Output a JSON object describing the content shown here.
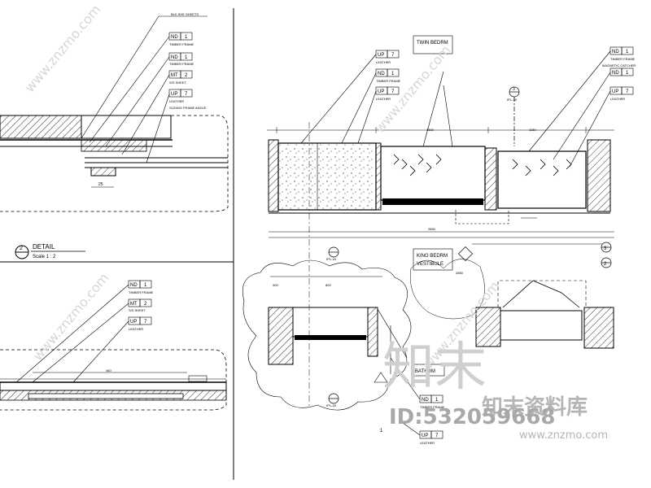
{
  "tags": {
    "top_left": [
      {
        "note": "BLK SHE SHEETS",
        "code": "",
        "num": ""
      },
      {
        "code": "ND",
        "num": "1",
        "note": "TIMBER FRAME"
      },
      {
        "code": "ND",
        "num": "1",
        "note": "TIMBER FRAME"
      },
      {
        "code": "MT",
        "num": "2",
        "note": "S/S SHEET"
      },
      {
        "code": "UP",
        "num": "7",
        "note": "LEATHER"
      }
    ],
    "top_left_extra": "SLIDING FRAME ANGLE",
    "top_middle": [
      {
        "code": "UP",
        "num": "7",
        "note": "LEATHER"
      },
      {
        "code": "ND",
        "num": "1",
        "note": "TIMBER FRAME"
      },
      {
        "code": "UP",
        "num": "7",
        "note": "LEATHER"
      }
    ],
    "top_right": [
      {
        "code": "ND",
        "num": "1",
        "note": "TIMBER FRAME"
      },
      {
        "code": "ND",
        "num": "1",
        "note": "MAGNETIC CATCHER"
      },
      {
        "code": "UP",
        "num": "7",
        "note": "LEATHER"
      }
    ],
    "left_bottom": [
      {
        "code": "ND",
        "num": "1",
        "note": "TIMBER FRAME"
      },
      {
        "code": "MT",
        "num": "2",
        "note": "S/S SHEET"
      },
      {
        "code": "UP",
        "num": "7",
        "note": "LEATHER"
      }
    ],
    "bottom": [
      {
        "code": "ND",
        "num": "1",
        "note": "TIMBER FRAME"
      },
      {
        "code": "UP",
        "num": "7",
        "note": "LEATHER"
      }
    ]
  },
  "labels": {
    "twin_bedroom": "TWIN BEDRM",
    "king_bedroom": "KING BEDRM",
    "vestibule": "VESTIBULE",
    "bathroom": "BATHRM",
    "detail_title": "DETAIL",
    "detail_scale": "Scale 1 : 2",
    "detail_number": "2",
    "callout_3": "3",
    "callout_2": "2",
    "callout_1": "1",
    "section_ref": "IPL-18"
  },
  "dimensions": {
    "top_overall": "2850",
    "top_left_part": "1500",
    "top_right_part": "1150",
    "plan_overall": "2850",
    "plan_left": "300",
    "plan_mid": "800",
    "detail_dim": "25",
    "lower_dim": "460"
  },
  "watermark": {
    "site": "www.znzmo.com",
    "brand_cn": "知末",
    "brand_full": "知末资料库",
    "id": "ID:532059668"
  },
  "colors": {
    "line": "#000000",
    "watermark": "#bdbdbd"
  }
}
